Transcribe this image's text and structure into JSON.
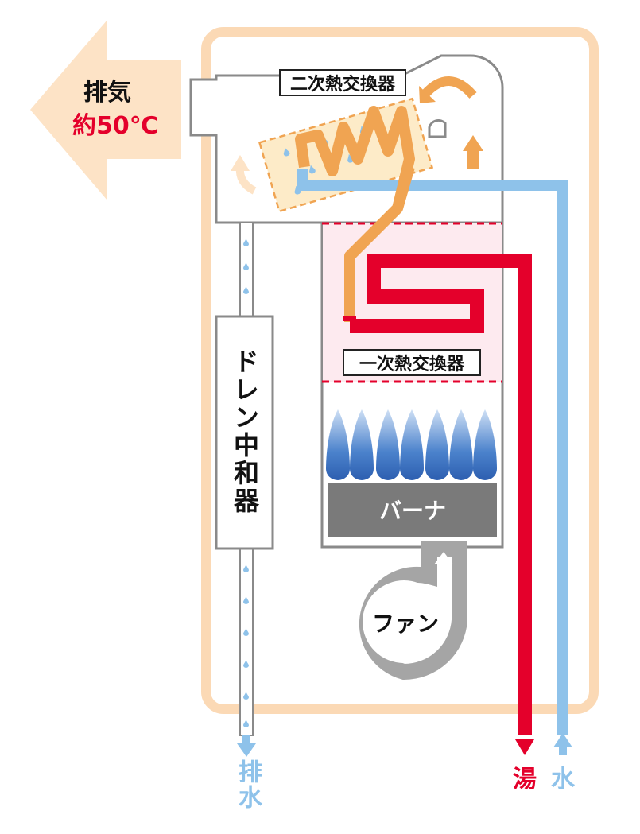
{
  "exhaust": {
    "label": "排気",
    "temperature": "約50℃"
  },
  "secondary_exchanger": {
    "label": "二次熱交換器"
  },
  "primary_exchanger": {
    "label": "一次熱交換器"
  },
  "burner": {
    "label": "バーナ"
  },
  "fan": {
    "label": "ファン"
  },
  "neutralizer": {
    "label": "ドレン中和器"
  },
  "drain": {
    "label": "排水"
  },
  "hot_water": {
    "label": "湯"
  },
  "cold_water": {
    "label": "水"
  },
  "colors": {
    "housing_outline": "#fbd9b5",
    "hot": "#e4002b",
    "cold": "#8ec2ea",
    "preheat": "#f0a452",
    "gray": "#8a8a8a"
  }
}
